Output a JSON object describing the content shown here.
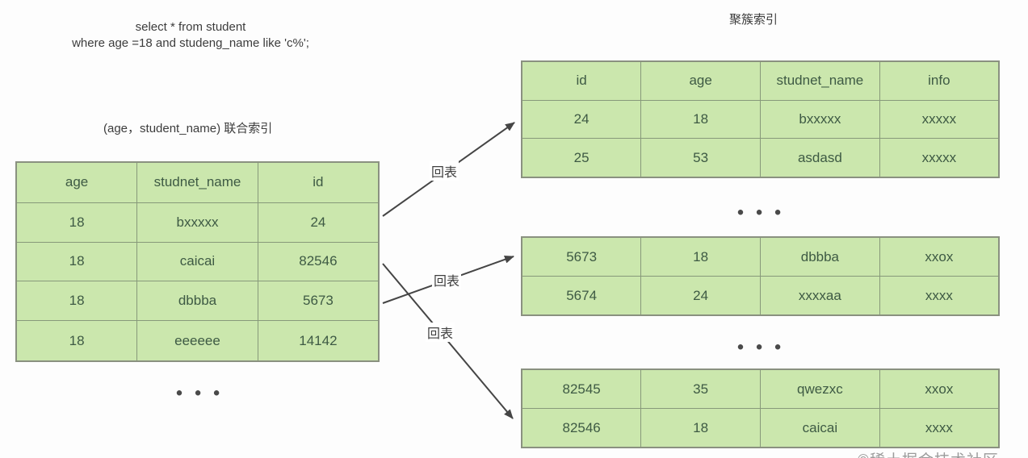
{
  "page": {
    "sql_query_line1": "select * from student",
    "sql_query_line2": "where age =18 and studeng_name like 'c%';",
    "composite_index_label": "(age，student_name) 联合索引",
    "clustered_index_label": "聚簇索引",
    "ellipsis": "●●●",
    "watermark": "©稀土掘金技术社区"
  },
  "colors": {
    "cell_fill": "#cbe7ad",
    "cell_border": "#87997a",
    "cell_text": "#3e5a44",
    "arrow": "#454545",
    "label_text": "#3c3c3c"
  },
  "composite_index_table": {
    "headers": [
      "age",
      "studnet_name",
      "id"
    ],
    "rows": [
      [
        "18",
        "bxxxxx",
        "24"
      ],
      [
        "18",
        "caicai",
        "82546"
      ],
      [
        "18",
        "dbbba",
        "5673"
      ],
      [
        "18",
        "eeeeee",
        "14142"
      ]
    ]
  },
  "clustered_tables": [
    {
      "headers": [
        "id",
        "age",
        "studnet_name",
        "info"
      ],
      "rows": [
        [
          "24",
          "18",
          "bxxxxx",
          "xxxxx"
        ],
        [
          "25",
          "53",
          "asdasd",
          "xxxxx"
        ]
      ]
    },
    {
      "rows": [
        [
          "5673",
          "18",
          "dbbba",
          "xxox"
        ],
        [
          "5674",
          "24",
          "xxxxaa",
          "xxxx"
        ]
      ]
    },
    {
      "rows": [
        [
          "82545",
          "35",
          "qwezxc",
          "xxox"
        ],
        [
          "82546",
          "18",
          "caicai",
          "xxxx"
        ]
      ]
    }
  ],
  "arrows": [
    {
      "label": "回表",
      "from": "composite row id=24",
      "to": "clustered table rows 24/25"
    },
    {
      "label": "回表",
      "from": "composite row id=5673",
      "to": "clustered table rows 5673/5674"
    },
    {
      "label": "回表",
      "from": "composite row id=82546",
      "to": "clustered table rows 82545/82546"
    }
  ]
}
